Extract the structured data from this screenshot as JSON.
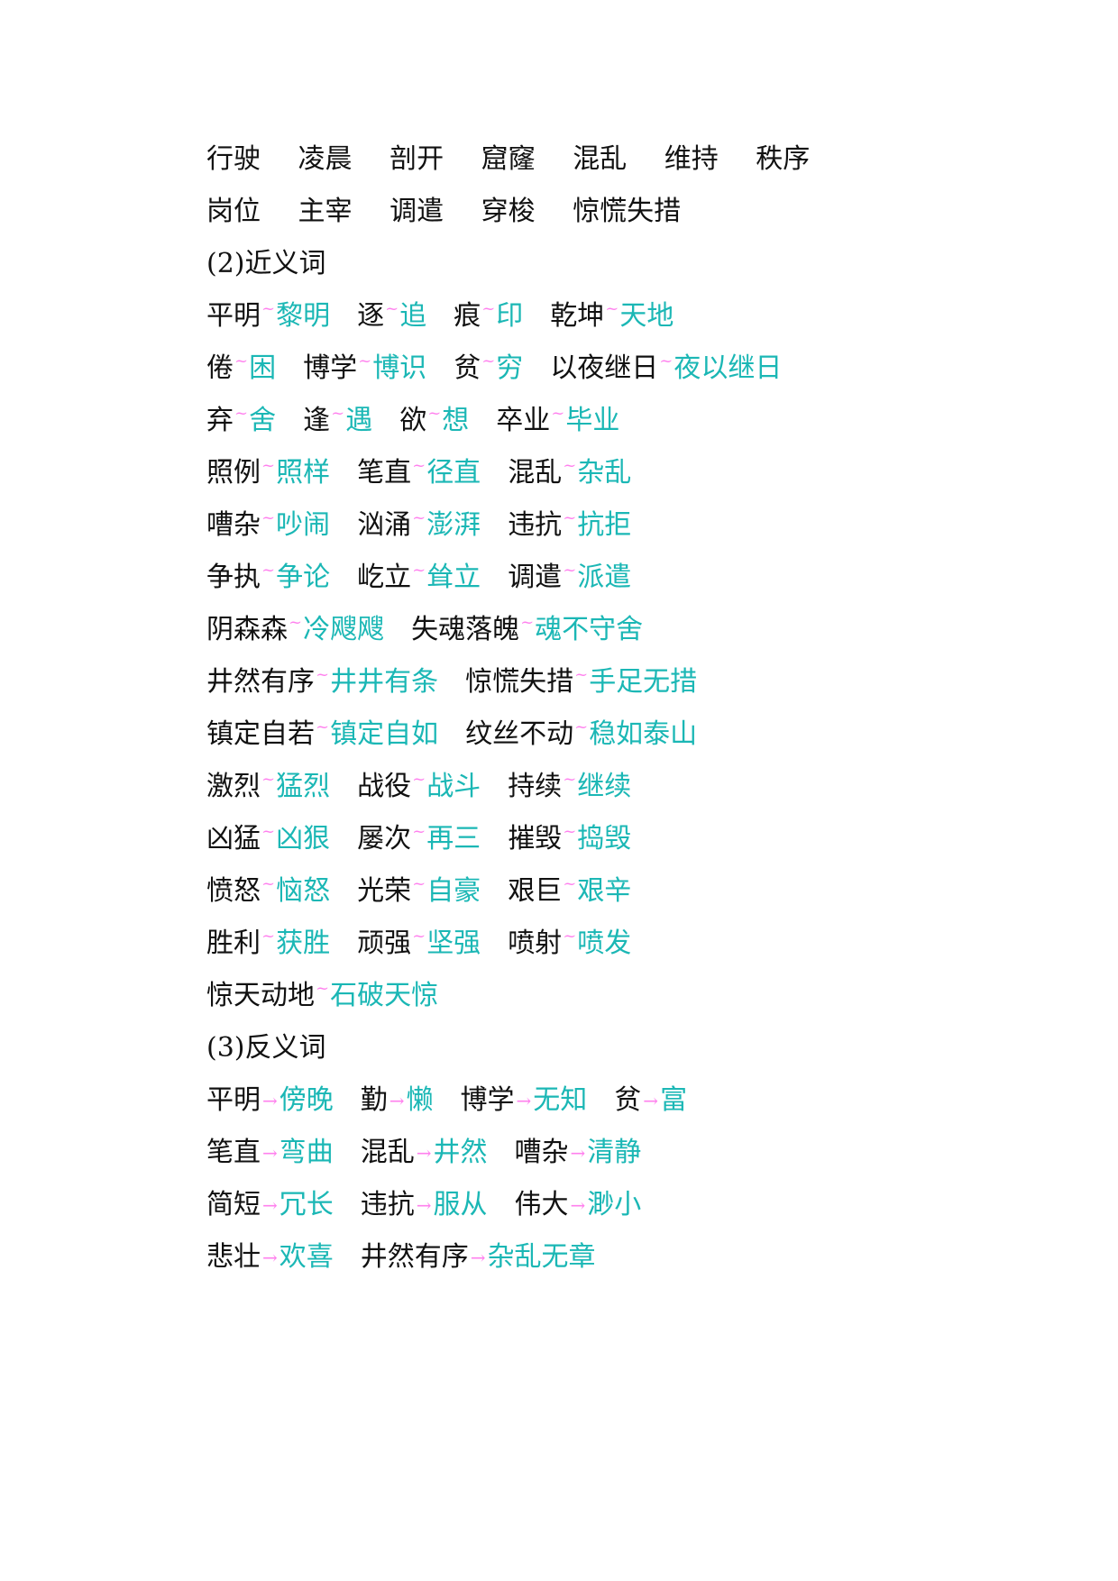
{
  "vocab": {
    "row1": [
      "行驶",
      "凌晨",
      "剖开",
      "窟窿",
      "混乱",
      "维持",
      "秩序"
    ],
    "row2": [
      "岗位",
      "主宰",
      "调遣",
      "穿梭",
      "惊慌失措"
    ]
  },
  "synonyms": {
    "heading": "(2)近义词",
    "separator": "~",
    "rows": [
      [
        [
          "平明",
          "黎明"
        ],
        [
          "逐",
          "追"
        ],
        [
          "痕",
          "印"
        ],
        [
          "乾坤",
          "天地"
        ]
      ],
      [
        [
          "倦",
          "困"
        ],
        [
          "博学",
          "博识"
        ],
        [
          "贫",
          "穷"
        ],
        [
          "以夜继日",
          "夜以继日"
        ]
      ],
      [
        [
          "弃",
          "舍"
        ],
        [
          "逢",
          "遇"
        ],
        [
          "欲",
          "想"
        ],
        [
          "卒业",
          "毕业"
        ]
      ],
      [
        [
          "照例",
          "照样"
        ],
        [
          "笔直",
          "径直"
        ],
        [
          "混乱",
          "杂乱"
        ]
      ],
      [
        [
          "嘈杂",
          "吵闹"
        ],
        [
          "汹涌",
          "澎湃"
        ],
        [
          "违抗",
          "抗拒"
        ]
      ],
      [
        [
          "争执",
          "争论"
        ],
        [
          "屹立",
          "耸立"
        ],
        [
          "调遣",
          "派遣"
        ]
      ],
      [
        [
          "阴森森",
          "冷飕飕"
        ],
        [
          "失魂落魄",
          "魂不守舍"
        ]
      ],
      [
        [
          "井然有序",
          "井井有条"
        ],
        [
          "惊慌失措",
          "手足无措"
        ]
      ],
      [
        [
          "镇定自若",
          "镇定自如"
        ],
        [
          "纹丝不动",
          "稳如泰山"
        ]
      ],
      [
        [
          "激烈",
          "猛烈"
        ],
        [
          "战役",
          "战斗"
        ],
        [
          "持续",
          "继续"
        ]
      ],
      [
        [
          "凶猛",
          "凶狠"
        ],
        [
          "屡次",
          "再三"
        ],
        [
          "摧毁",
          "捣毁"
        ]
      ],
      [
        [
          "愤怒",
          "恼怒"
        ],
        [
          "光荣",
          "自豪"
        ],
        [
          "艰巨",
          "艰辛"
        ]
      ],
      [
        [
          "胜利",
          "获胜"
        ],
        [
          "顽强",
          "坚强"
        ],
        [
          "喷射",
          "喷发"
        ]
      ],
      [
        [
          "惊天动地",
          "石破天惊"
        ]
      ]
    ]
  },
  "antonyms": {
    "heading": "(3)反义词",
    "separator": "→",
    "rows": [
      [
        [
          "平明",
          "傍晚"
        ],
        [
          "勤",
          "懒"
        ],
        [
          "博学",
          "无知"
        ],
        [
          "贫",
          "富"
        ]
      ],
      [
        [
          "笔直",
          "弯曲"
        ],
        [
          "混乱",
          "井然"
        ],
        [
          "嘈杂",
          "清静"
        ]
      ],
      [
        [
          "简短",
          "冗长"
        ],
        [
          "违抗",
          "服从"
        ],
        [
          "伟大",
          "渺小"
        ]
      ],
      [
        [
          "悲壮",
          "欢喜"
        ],
        [
          "井然有序",
          "杂乱无章"
        ]
      ]
    ]
  },
  "colors": {
    "text": "#111111",
    "answer": "#1bb7b5",
    "marker": "#ff80ee"
  }
}
